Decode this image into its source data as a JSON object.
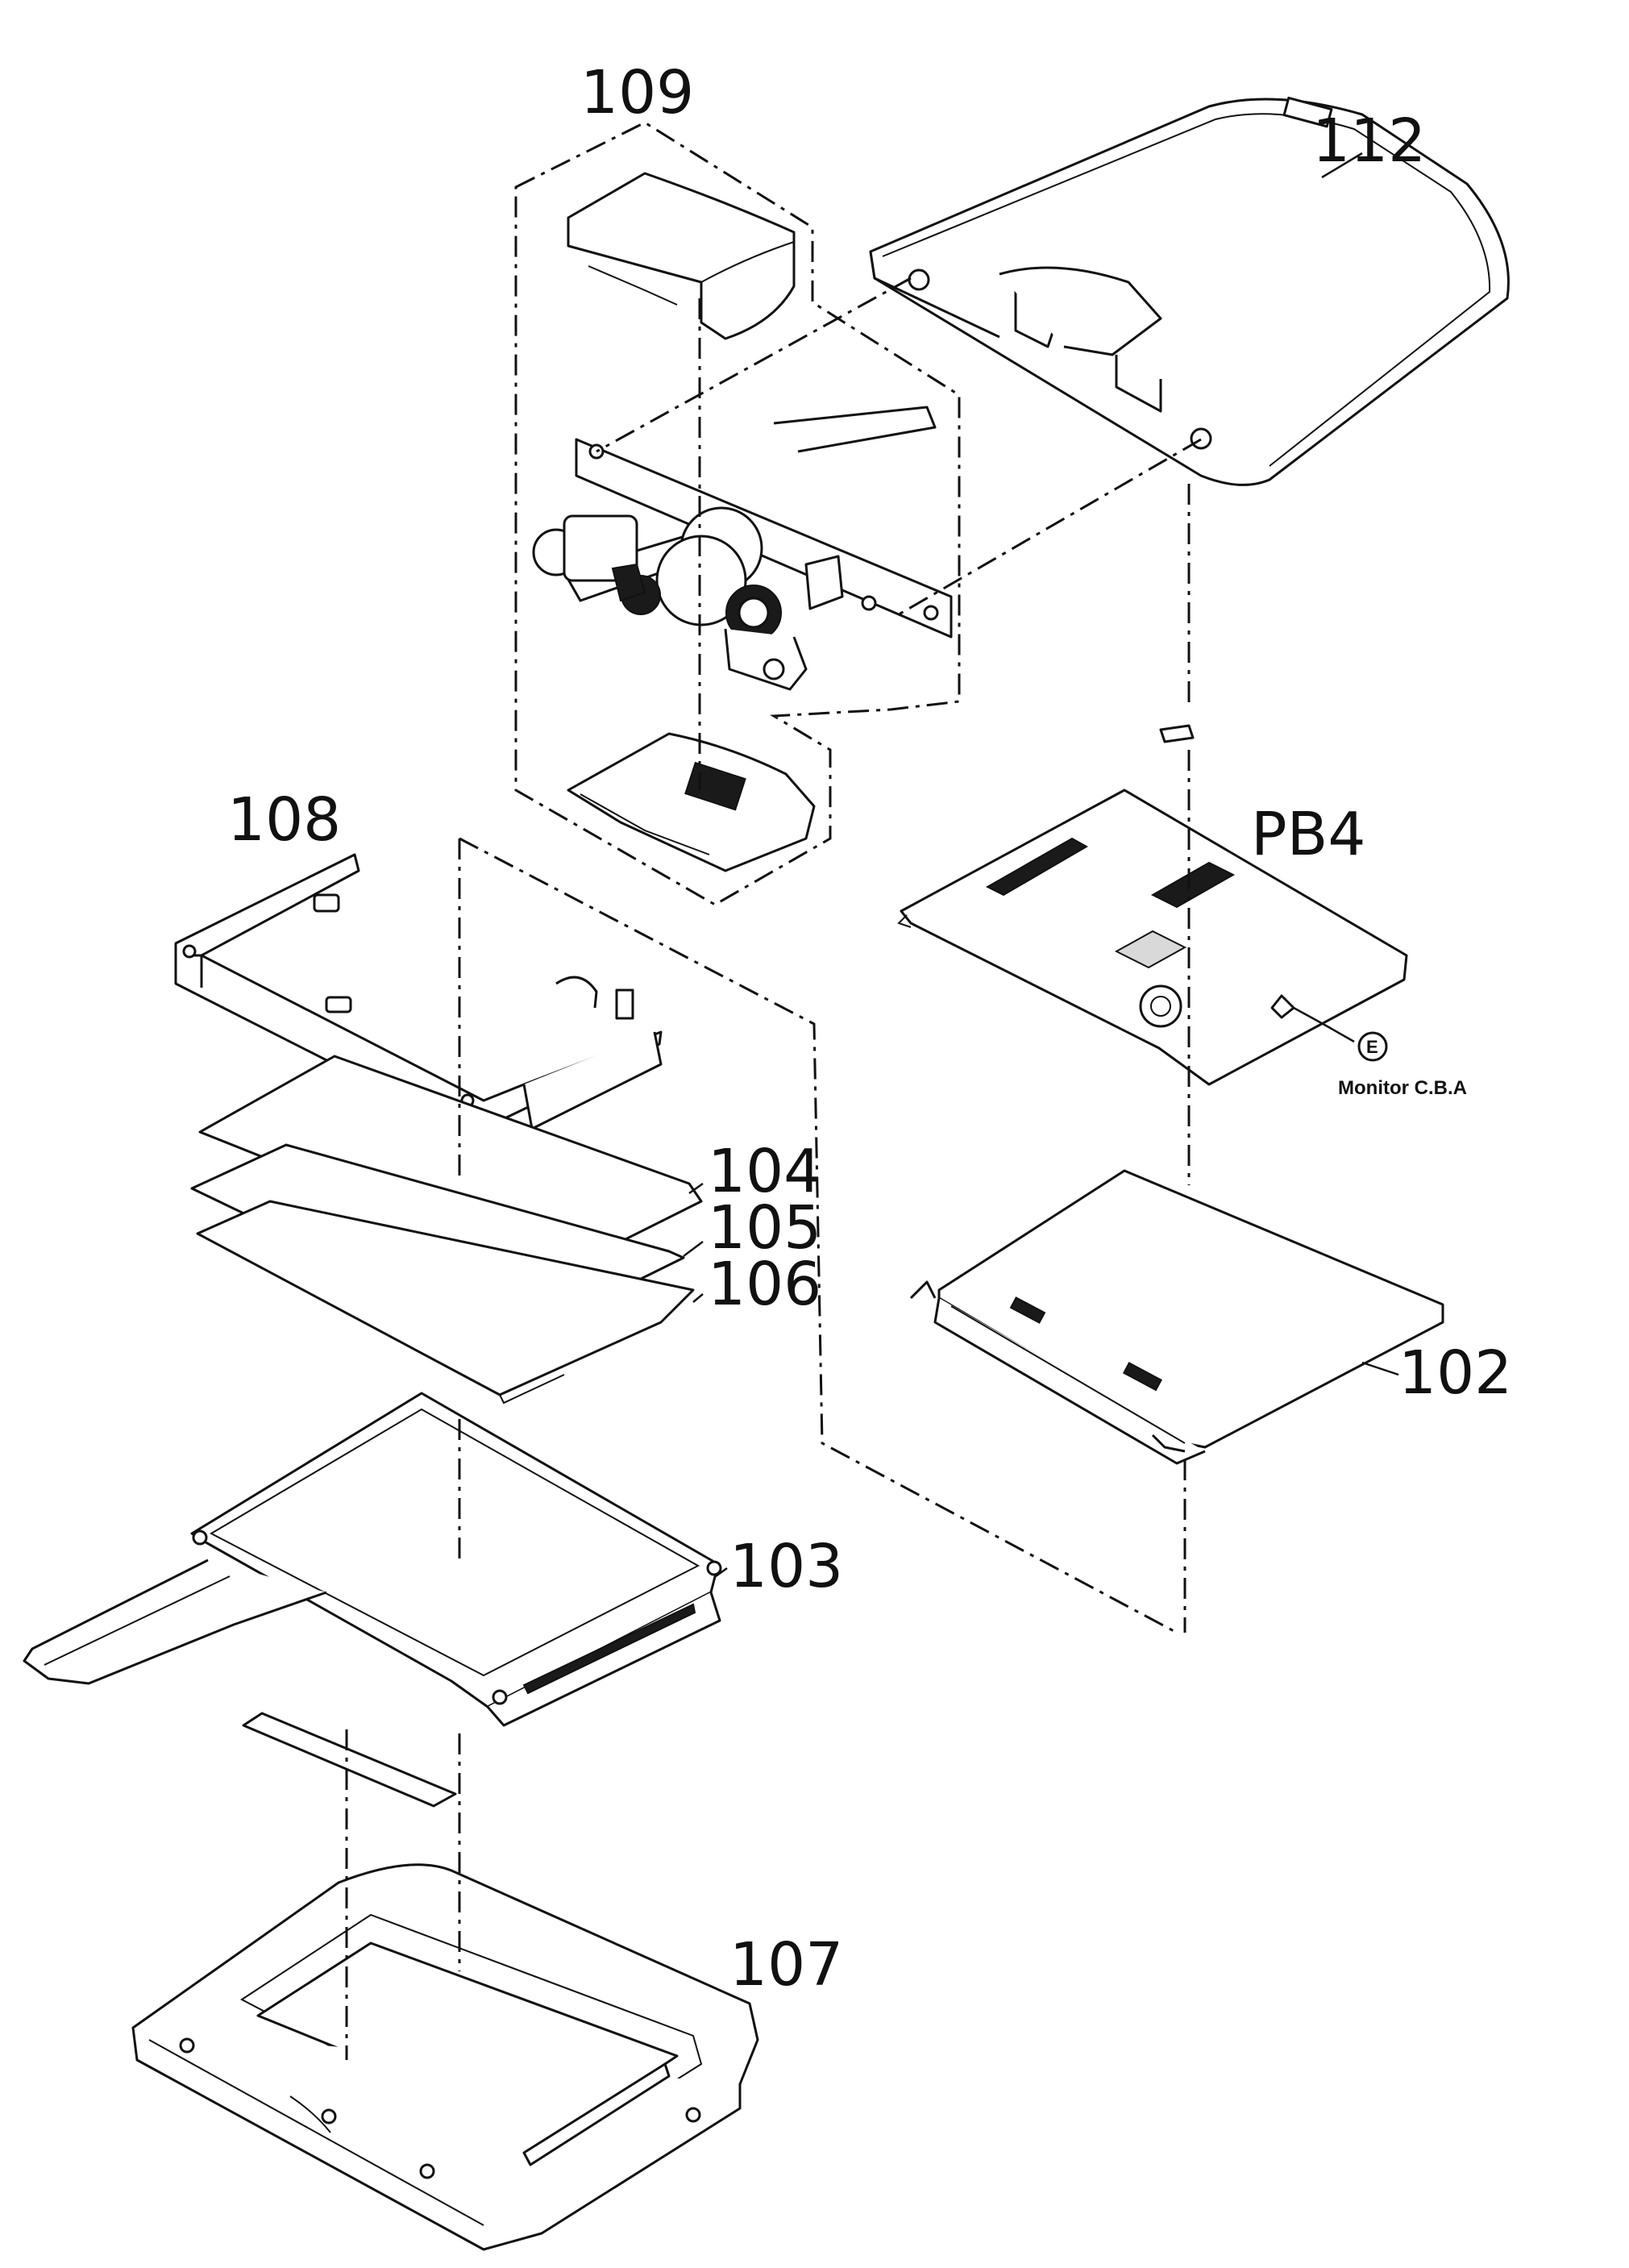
{
  "callouts": {
    "c109": "109",
    "c112": "112",
    "c108": "108",
    "cPB4": "PB4",
    "c104": "104",
    "c105": "105",
    "c106": "106",
    "c102": "102",
    "c103": "103",
    "c107": "107"
  },
  "pb4_note": {
    "circle_letter": "E",
    "label": "Monitor C.B.A"
  }
}
